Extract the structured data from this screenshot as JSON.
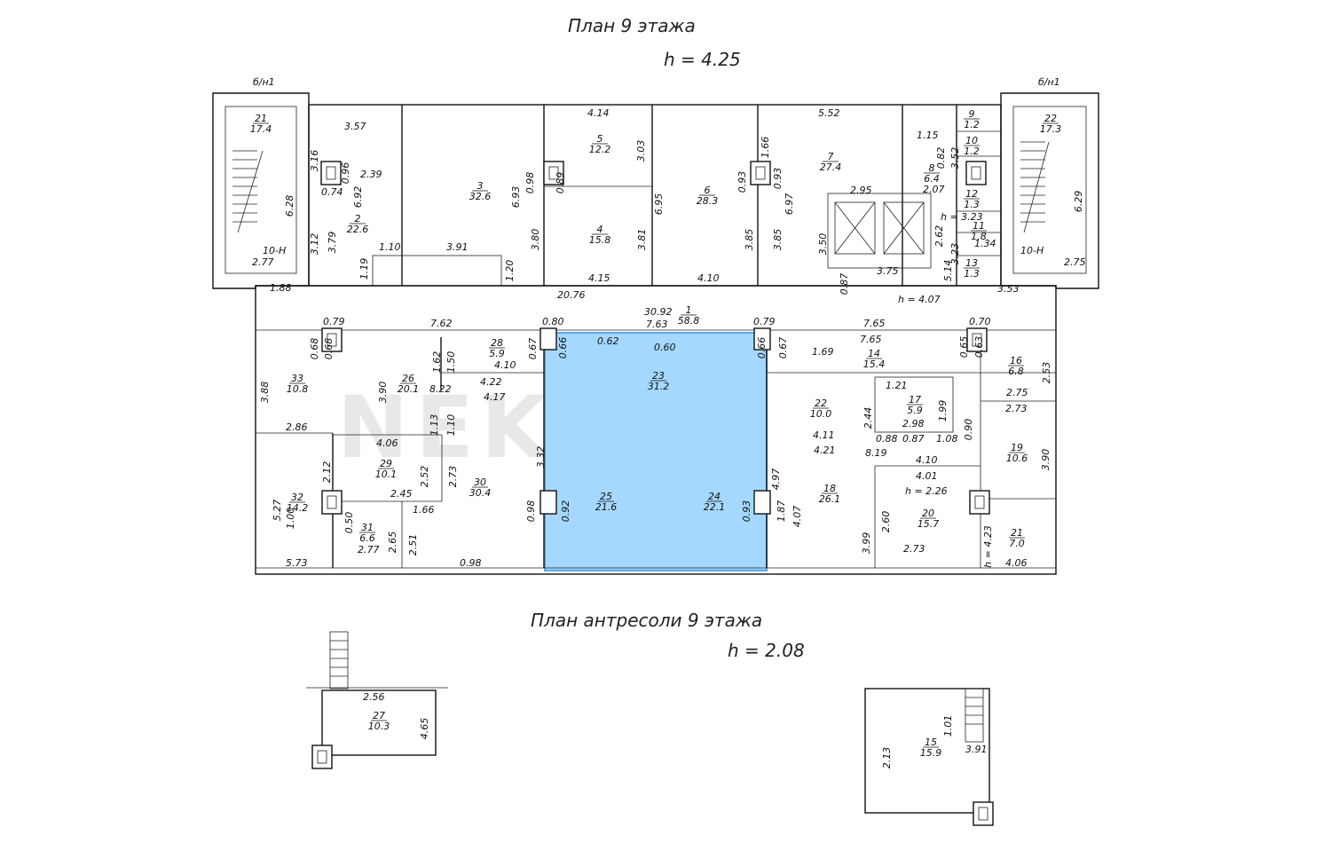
{
  "titles": {
    "floor_plan": "План 9 этажа",
    "floor_height": "h = 4.25",
    "mezzanine_plan": "План антресоли 9 этажа",
    "mezzanine_height": "h = 2.08"
  },
  "watermark": "NEKO",
  "stair_marks": [
    "б/н1",
    "б/н1",
    "10-Н",
    "10-Н"
  ],
  "highlight_color": "#a5d8ff",
  "highlight_stroke": "#5aa9e6",
  "rooms": [
    {
      "num": "21",
      "area": "17.4"
    },
    {
      "num": "2",
      "area": "22.6"
    },
    {
      "num": "3",
      "area": "32.6"
    },
    {
      "num": "5",
      "area": "12.2"
    },
    {
      "num": "4",
      "area": "15.8"
    },
    {
      "num": "6",
      "area": "28.3"
    },
    {
      "num": "7",
      "area": "27.4"
    },
    {
      "num": "8",
      "area": "6.4"
    },
    {
      "num": "9",
      "area": "1.2"
    },
    {
      "num": "10",
      "area": "1.2"
    },
    {
      "num": "12",
      "area": "1.3"
    },
    {
      "num": "11",
      "area": "1.8"
    },
    {
      "num": "13",
      "area": "1.3"
    },
    {
      "num": "22",
      "area": "17.3"
    },
    {
      "num": "1",
      "area": "58.8"
    },
    {
      "num": "33",
      "area": "10.8"
    },
    {
      "num": "26",
      "area": "20.1"
    },
    {
      "num": "28",
      "area": "5.9"
    },
    {
      "num": "23",
      "area": "31.2"
    },
    {
      "num": "14",
      "area": "15.4"
    },
    {
      "num": "16",
      "area": "6.8"
    },
    {
      "num": "22",
      "area": "10.0"
    },
    {
      "num": "17",
      "area": "5.9"
    },
    {
      "num": "19",
      "area": "10.6"
    },
    {
      "num": "29",
      "area": "10.1"
    },
    {
      "num": "32",
      "area": "14.2"
    },
    {
      "num": "31",
      "area": "6.6"
    },
    {
      "num": "30",
      "area": "30.4"
    },
    {
      "num": "25",
      "area": "21.6"
    },
    {
      "num": "24",
      "area": "22.1"
    },
    {
      "num": "18",
      "area": "26.1"
    },
    {
      "num": "20",
      "area": "15.7"
    },
    {
      "num": "21",
      "area": "7.0"
    },
    {
      "num": "27",
      "area": "10.3"
    },
    {
      "num": "15",
      "area": "15.9"
    }
  ],
  "dims": [
    "3.57",
    "3.16",
    "0.96",
    "6.92",
    "2.39",
    "0.74",
    "6.28",
    "3.12",
    "3.79",
    "1.10",
    "3.91",
    "1.19",
    "1.20",
    "2.77",
    "1.88",
    "4.14",
    "3.03",
    "0.98",
    "0.89",
    "6.93",
    "3.80",
    "3.81",
    "6.95",
    "0.93",
    "1.66",
    "0.93",
    "6.97",
    "3.85",
    "3.85",
    "5.52",
    "3.50",
    "2.95",
    "4.15",
    "4.10",
    "20.76",
    "30.92",
    "7.63",
    "h = 4.07",
    "1.15",
    "0.82",
    "3.52",
    "2.07",
    "h = 3.23",
    "2.62",
    "3.23",
    "5.14",
    "3.75",
    "0.87",
    "3.53",
    "2.75",
    "6.29",
    "1.34",
    "0.79",
    "7.62",
    "0.80",
    "0.79",
    "7.65",
    "0.70",
    "0.68",
    "0.68",
    "3.88",
    "3.90",
    "1.62",
    "1.50",
    "4.10",
    "4.22",
    "4.17",
    "8.22",
    "0.67",
    "0.66",
    "0.62",
    "0.60",
    "0.66",
    "0.67",
    "1.69",
    "7.65",
    "0.65",
    "0.63",
    "2.53",
    "2.75",
    "2.73",
    "1.21",
    "2.44",
    "1.99",
    "2.98",
    "0.88",
    "0.87",
    "1.08",
    "0.90",
    "4.11",
    "4.21",
    "8.19",
    "4.10",
    "4.01",
    "3.90",
    "h = 2.26",
    "2.86",
    "4.06",
    "1.13",
    "1.10",
    "2.52",
    "2.73",
    "3.32",
    "2.12",
    "5.27",
    "1.00",
    "2.45",
    "0.50",
    "1.66",
    "2.65",
    "2.51",
    "2.77",
    "5.73",
    "0.98",
    "0.98",
    "0.92",
    "0.93",
    "1.87",
    "4.97",
    "4.07",
    "3.99",
    "2.60",
    "h = 4.23",
    "2.73",
    "4.06",
    "2.56",
    "4.65",
    "2.13",
    "1.01",
    "3.91"
  ]
}
